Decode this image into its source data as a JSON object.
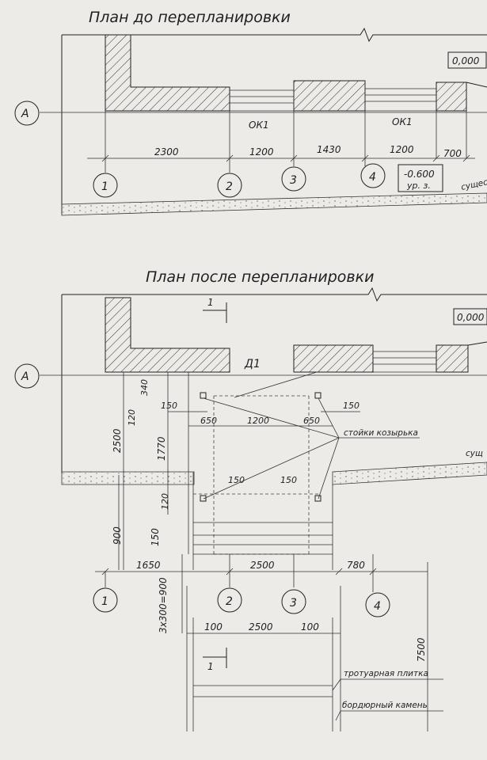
{
  "top_plan": {
    "title": "План до перепланировки",
    "level_mark": "0,000",
    "window_labels": [
      "ОК1",
      "ОК1"
    ],
    "dimensions": [
      "2300",
      "1200",
      "1430",
      "1200",
      "700"
    ],
    "axes": [
      "1",
      "2",
      "3",
      "4"
    ],
    "row_axis": "А",
    "ground_mark": "-0.600",
    "ground_mark_sub": "ур. з.",
    "existing_label_fragment": "сущес"
  },
  "bottom_plan": {
    "title": "План после перепланировки",
    "level_mark": "0,000",
    "door_label": "Д1",
    "row_axis": "А",
    "section_mark": "1",
    "axes": [
      "1",
      "2",
      "3",
      "4"
    ],
    "dims_vertical": [
      "340",
      "120",
      "2500",
      "1770",
      "120",
      "900",
      "150",
      "3x300=900",
      "7500"
    ],
    "dims_horizontal_top": [
      "150",
      "650",
      "1200",
      "650",
      "150"
    ],
    "dims_horizontal_mid": [
      "150",
      "150"
    ],
    "dims_horizontal_bottom": [
      "1650",
      "2500",
      "780"
    ],
    "dims_path": [
      "100",
      "2500",
      "100"
    ],
    "labels": {
      "canopy_posts": "стойки козырька",
      "paving": "тротуарная плитка",
      "curb": "бордюрный камень",
      "existing_fragment": "сущ"
    }
  }
}
